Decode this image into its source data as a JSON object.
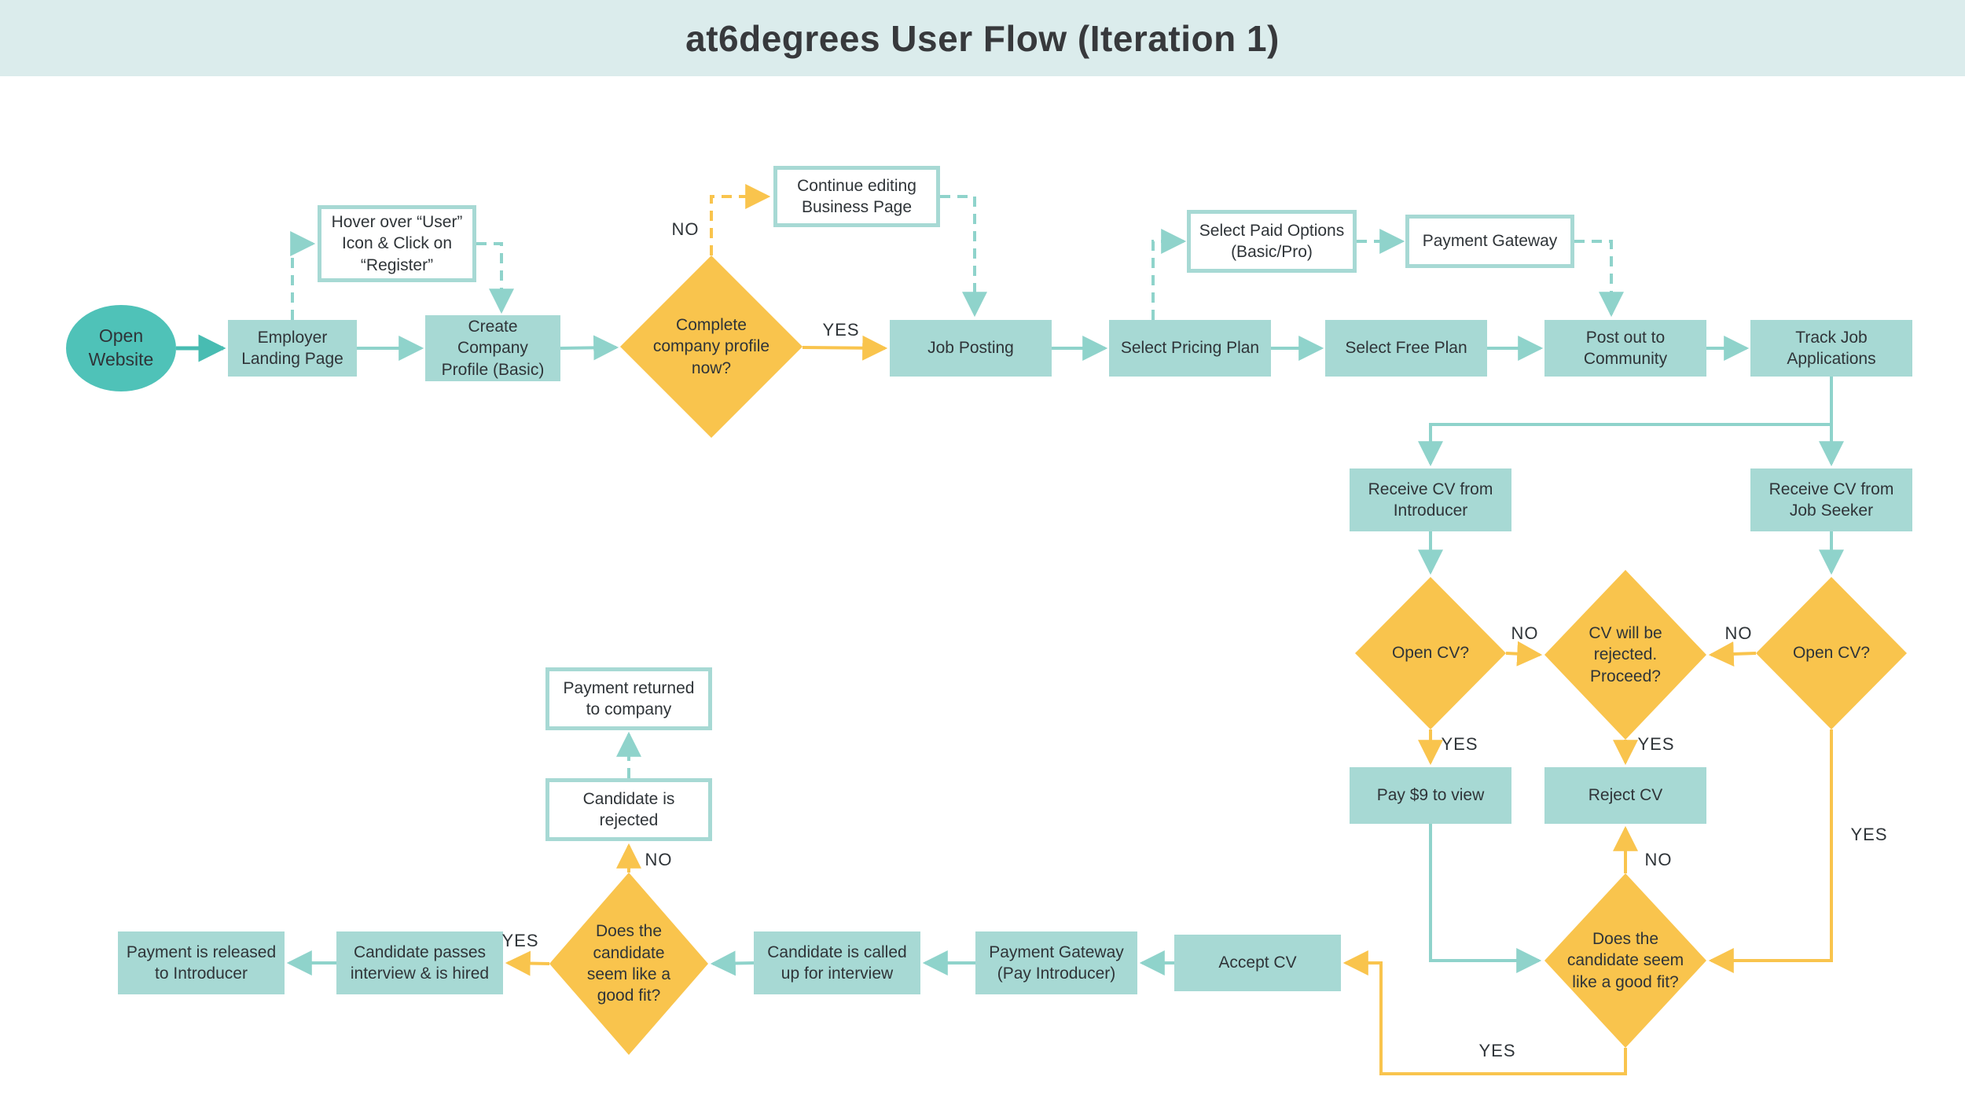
{
  "header": {
    "title": "at6degrees User Flow (Iteration 1)"
  },
  "palette": {
    "header_bg": "#DBECEC",
    "process_fill": "#A7D9D4",
    "terminator_fill": "#4FC2B8",
    "decision_fill": "#F9C44D",
    "teal_connector": "#8FD3CB",
    "teal_connector_dark": "#48BCB2",
    "yellow_connector": "#F9C44D",
    "note_border": "#A7D9D4",
    "text": "#2F3438"
  },
  "nodes": {
    "open_website": {
      "label": "Open Website",
      "shape": "terminator"
    },
    "employer_landing_page": {
      "label": "Employer Landing Page",
      "shape": "process"
    },
    "hover_register_note": {
      "label": "Hover over “User” Icon & Click on “Register”",
      "shape": "note"
    },
    "create_company_profile": {
      "label": "Create Company Profile (Basic)",
      "shape": "process"
    },
    "complete_profile_decision": {
      "label": "Complete company profile now?",
      "shape": "decision"
    },
    "continue_editing_note": {
      "label": "Continue editing Business Page",
      "shape": "note"
    },
    "job_posting": {
      "label": "Job Posting",
      "shape": "process"
    },
    "select_pricing_plan": {
      "label": "Select Pricing Plan",
      "shape": "process"
    },
    "select_paid_options_note": {
      "label": "Select Paid Options (Basic/Pro)",
      "shape": "note"
    },
    "payment_gateway_note": {
      "label": "Payment Gateway",
      "shape": "note"
    },
    "select_free_plan": {
      "label": "Select Free Plan",
      "shape": "process"
    },
    "post_out_to_community": {
      "label": "Post out to Community",
      "shape": "process"
    },
    "track_job_applications": {
      "label": "Track Job Applications",
      "shape": "process"
    },
    "receive_cv_introducer": {
      "label": "Receive CV from Introducer",
      "shape": "process"
    },
    "receive_cv_job_seeker": {
      "label": "Receive CV from Job Seeker",
      "shape": "process"
    },
    "open_cv_left": {
      "label": "Open CV?",
      "shape": "decision"
    },
    "cv_rejected_proceed": {
      "label": "CV will be rejected. Proceed?",
      "shape": "decision"
    },
    "open_cv_right": {
      "label": "Open CV?",
      "shape": "decision"
    },
    "pay_9_to_view": {
      "label": "Pay $9 to view",
      "shape": "process"
    },
    "reject_cv": {
      "label": "Reject CV",
      "shape": "process"
    },
    "good_fit_right": {
      "label": "Does the candidate seem like a good fit?",
      "shape": "decision"
    },
    "accept_cv": {
      "label": "Accept CV",
      "shape": "process"
    },
    "payment_gateway_pay_introducer": {
      "label": "Payment Gateway (Pay Introducer)",
      "shape": "process"
    },
    "candidate_called_interview": {
      "label": "Candidate is called up for interview",
      "shape": "process"
    },
    "good_fit_left": {
      "label": "Does the candidate seem like a good fit?",
      "shape": "decision"
    },
    "candidate_passes": {
      "label": "Candidate passes interview & is hired",
      "shape": "process"
    },
    "payment_released": {
      "label": "Payment is released to Introducer",
      "shape": "process"
    },
    "candidate_rejected_note": {
      "label": "Candidate is rejected",
      "shape": "note"
    },
    "payment_returned_note": {
      "label": "Payment returned to company",
      "shape": "note"
    }
  },
  "edge_labels": {
    "no_complete_profile": "NO",
    "yes_complete_profile": "YES",
    "no_open_cv_left": "NO",
    "no_open_cv_right": "NO",
    "yes_open_cv_left": "YES",
    "yes_cv_rejected": "YES",
    "yes_open_cv_right": "YES",
    "no_good_fit_right": "NO",
    "yes_good_fit_right": "YES",
    "no_good_fit_left": "NO",
    "yes_good_fit_left": "YES"
  }
}
